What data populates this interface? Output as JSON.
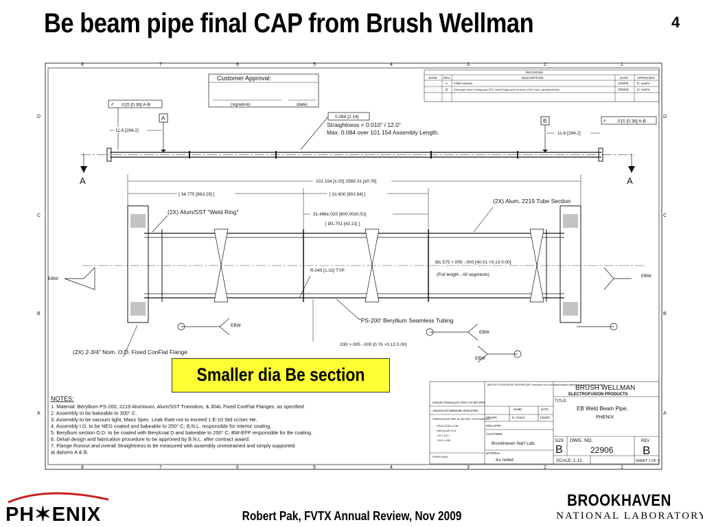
{
  "slide": {
    "title": "Be beam pipe final CAP from Brush Wellman",
    "number": "4",
    "callout": "Smaller dia Be section",
    "footer": "Robert Pak, FVTX Annual Review, Nov 2009"
  },
  "logos": {
    "phenix": "PH✶ENIX",
    "bnl_top": "BROOKHAVEN",
    "bnl_bottom": "NATIONAL LABORATORY"
  },
  "drawing": {
    "zones_top": [
      "8",
      "7",
      "6",
      "5",
      "4",
      "3",
      "2",
      "1"
    ],
    "zones_side": [
      "D",
      "C",
      "B",
      "A"
    ],
    "customer_approval": "Customer Approval:",
    "signature_label": "(signature)",
    "date_label": "(date)",
    "revisions": {
      "header": "REVISIONS",
      "cols": [
        "ZONE",
        "REV.",
        "DESCRIPTION",
        "DATE",
        "APPROVED"
      ],
      "rows": [
        [
          "-",
          "A",
          "Initial release.",
          "1/26/09",
          "D. Harris"
        ],
        [
          "-",
          "B",
          "Redesign: Alum Tubing was SST; Weld Rings were at ends of Be Tube; Updated Notes.",
          "3/05/09",
          "D. Harris"
        ]
      ]
    },
    "datum_a": "A",
    "datum_b": "B",
    "fcf_left": ".015 [0.38] A-B",
    "fcf_right": ".015 [0.38] A-B",
    "dim_left": "11.6 [294.2]",
    "dim_right": "11.6 [294.2]",
    "straightness_box": "0.084 [2.14]",
    "straightness_1": "Straightness = 0.010\" / 12.0\"",
    "straightness_2": "Max. 0.084 over 101.154 Assembly Length.",
    "section_a": "A",
    "dim_overall": "101.154 [±.03] 2569.31 [±0.76]",
    "dim_34": "[ 34.775 [883.29] ]",
    "dim_31": "[ 31.600 [802.64] ]",
    "dim_be": "31.496±.020 [800.00±0.51]",
    "dim_be_dia": "[ Ø1.701 [43.21] ]",
    "weld_ring": "(2X) Alum/SST \"Weld Ring\"",
    "alum_tube": "(2X) Alum. 2219 Tube Section",
    "dia_main": "Ø1.575 +.005 -.000 [40.01 +0.13 0.00]",
    "full_length": "(Full length - All segments)",
    "radius": "R.040 [1.02] TYP",
    "ps200": "'PS-200' Beryllium Seamless Tubing",
    "wall": ".030 +.005 -.000 [0.76 +0.13 0.00]",
    "flange": "(2X) 2-3/4\" Nom. O.D. Fixed ConFlat Flange",
    "ebw": "EBW",
    "notes_title": "NOTES:",
    "notes": [
      "1.   Material: Beryllium PS-200, 2219 Aluminum, Alum/SST Transition, & 304L Fixed ConFlat Flanges, as specified.",
      "2.   Assembly to be bakeable to 300° C.",
      "3.   Assembly to be vacuum tight;  Mass Spec. Leak Rate not to exceed 1 E-10 Std cc/sec He.",
      "4.   Assembly I.D. to be NEG coated and bakeable to 250° C; B.N.L. responsible for interior coating.",
      "5.   Beryllium section O.D. to be coated with Berylcoat D and bakeable to 250° C; BW-EFP responsible for Be coating.",
      "6.   Detail design and fabrication procedure to be approved by B.N.L. after contract award.",
      "7.   Flange Runout and overall Straightness to be measured with assembly unrestrained and simply supported",
      "      at datums A & B."
    ],
    "tb_company": "BRUSH WELLMAN",
    "tb_division": "ELECTROFUSION PRODUCTS",
    "tb_title_label": "TITLE:",
    "tb_title_1": "EB Weld Beam Pipe,",
    "tb_title_2": "PHENIX",
    "tb_customer_label": "CUSTOMER",
    "tb_customer": "Brookhaven Nat'l Lab.",
    "tb_material_label": "MATERIAL",
    "tb_material": "As noted.",
    "tb_size_label": "SIZE",
    "tb_size": "B",
    "tb_dwg_label": "DWG. NO.",
    "tb_dwg": "22906",
    "tb_rev_label": "REV",
    "tb_rev": "B",
    "tb_scale": "SCALE: 1:12",
    "tb_sheet": "SHEET 1 OF 1",
    "tb_drawn_label": "DRAWN",
    "tb_drawn": "D. Harris",
    "tb_drawn_date": "1/26/09",
    "tb_name": "NAME",
    "tb_date": "DATE",
    "tb_eng": "ENG APPR.",
    "tb_interpret": "Interpret Drawing per ANSI Y14.5M-1994.",
    "tb_unless": "UNLESS OTHERWISE SPECIFIED:",
    "tb_dims": "DIMENSIONS ARE IN INCHES TOLERANCES:",
    "tb_frac": "FRACTION ±1/16",
    "tb_ang": "ANGULAR ±0.5",
    "tb_xx": ".XX ±.010",
    "tb_xxx": ".XXX ±.005",
    "tb_finish": "FINISH (Ra)",
    "tb_prop": "BW ELECTROFUSION PROPRIETARY document not to be disseminated without prior written authorization."
  }
}
